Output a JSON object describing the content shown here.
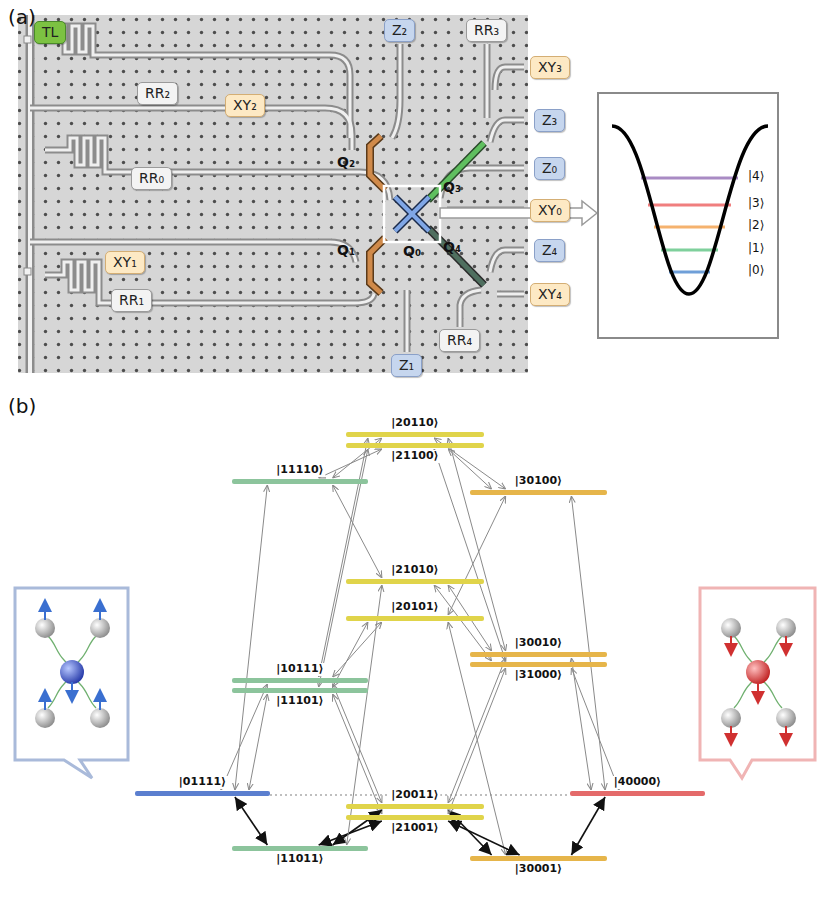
{
  "diagram": {
    "nodes": [
      {
        "text": [
          "TL"
        ]
      },
      {
        "text": [
          "RR₂"
        ]
      },
      {
        "text": [
          "XY₂"
        ]
      },
      {
        "text": [
          "RR₀"
        ]
      },
      {
        "text": [
          "XY₁"
        ]
      },
      {
        "text": [
          "RR₁"
        ]
      },
      {
        "text": [
          "Z₂"
        ]
      },
      {
        "text": [
          "RR₃"
        ]
      },
      {
        "text": [
          "XY₃"
        ]
      },
      {
        "text": [
          "Z₃"
        ]
      },
      {
        "text": [
          "Z₀"
        ]
      },
      {
        "text": [
          "XY₀"
        ]
      },
      {
        "text": [
          "Z₄"
        ]
      },
      {
        "text": [
          "XY₄"
        ]
      },
      {
        "text": [
          "RR₄"
        ]
      },
      {
        "text": [
          "Z₁"
        ]
      },
      {
        "text": [
          "|01111⟩"
        ]
      },
      {
        "text": [
          "|11110⟩"
        ]
      },
      {
        "text": [
          "|10111⟩"
        ]
      },
      {
        "text": [
          "|11101⟩"
        ]
      },
      {
        "text": [
          "|11011⟩"
        ]
      },
      {
        "text": [
          "|20110⟩"
        ]
      },
      {
        "text": [
          "|21100⟩"
        ]
      },
      {
        "text": [
          "|21010⟩"
        ]
      },
      {
        "text": [
          "|20101⟩"
        ]
      },
      {
        "text": [
          "|20011⟩"
        ]
      },
      {
        "text": [
          "|21001⟩"
        ]
      },
      {
        "text": [
          "|30100⟩"
        ]
      },
      {
        "text": [
          "|30010⟩"
        ]
      },
      {
        "text": [
          "|31000⟩"
        ]
      },
      {
        "text": [
          "|30001⟩"
        ]
      },
      {
        "text": [
          "|40000⟩"
        ]
      }
    ],
    "edges": [
      {
        "from": 16,
        "to": 17,
        "arrow": "both"
      },
      {
        "from": 16,
        "to": 18,
        "arrow": "both"
      },
      {
        "from": 16,
        "to": 19,
        "arrow": "both"
      },
      {
        "from": 16,
        "to": 20,
        "arrow": "both"
      },
      {
        "from": 17,
        "to": 21,
        "arrow": "both"
      },
      {
        "from": 17,
        "to": 23,
        "arrow": "both"
      },
      {
        "from": 17,
        "to": 22,
        "arrow": "both"
      },
      {
        "from": 18,
        "to": 25,
        "arrow": "both"
      },
      {
        "from": 18,
        "to": 24,
        "arrow": "both"
      },
      {
        "from": 18,
        "to": 21,
        "arrow": "both"
      },
      {
        "from": 19,
        "to": 24,
        "arrow": "both"
      },
      {
        "from": 19,
        "to": 26,
        "arrow": "both"
      },
      {
        "from": 19,
        "to": 22,
        "arrow": "both"
      },
      {
        "from": 20,
        "to": 25,
        "arrow": "both"
      },
      {
        "from": 20,
        "to": 26,
        "arrow": "both"
      },
      {
        "from": 20,
        "to": 23,
        "arrow": "both"
      },
      {
        "from": 21,
        "to": 28,
        "arrow": "both"
      },
      {
        "from": 21,
        "to": 27,
        "arrow": "both"
      },
      {
        "from": 22,
        "to": 27,
        "arrow": "both"
      },
      {
        "from": 22,
        "to": 29,
        "arrow": "both"
      },
      {
        "from": 23,
        "to": 28,
        "arrow": "both"
      },
      {
        "from": 23,
        "to": 29,
        "arrow": "both"
      },
      {
        "from": 24,
        "to": 30,
        "arrow": "both"
      },
      {
        "from": 24,
        "to": 27,
        "arrow": "both"
      },
      {
        "from": 25,
        "to": 30,
        "arrow": "both"
      },
      {
        "from": 25,
        "to": 28,
        "arrow": "both"
      },
      {
        "from": 26,
        "to": 30,
        "arrow": "both"
      },
      {
        "from": 26,
        "to": 29,
        "arrow": "both"
      },
      {
        "from": 27,
        "to": 31,
        "arrow": "both"
      },
      {
        "from": 28,
        "to": 31,
        "arrow": "both"
      },
      {
        "from": 29,
        "to": 31,
        "arrow": "both"
      },
      {
        "from": 30,
        "to": 31,
        "arrow": "both"
      }
    ],
    "labels": [
      "(a)",
      "(b)",
      "Q₂",
      "Q₁",
      "Q₀",
      "Q₃",
      "Q₄",
      "|4⟩",
      "|3⟩",
      "|2⟩",
      "|1⟩",
      "|0⟩"
    ]
  }
}
